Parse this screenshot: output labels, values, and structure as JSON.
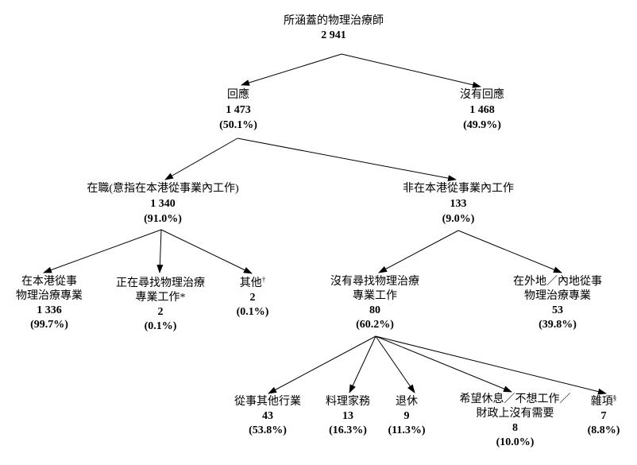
{
  "nodes": [
    {
      "id": "covered-physiotherapists",
      "lines": [
        "所涵蓋的物理治療師"
      ],
      "count": "2 941"
    },
    {
      "id": "responded",
      "lines": [
        "回應"
      ],
      "count": "1 473",
      "percent": "(50.1%)"
    },
    {
      "id": "no-response",
      "lines": [
        "沒有回應"
      ],
      "count": "1 468",
      "percent": "(49.9%)"
    },
    {
      "id": "working-in-hk",
      "lines": [
        "在職(意指在本港從事業內工作)"
      ],
      "count": "1 340",
      "percent": "(91.0%)"
    },
    {
      "id": "not-working-in-field-in-hk",
      "lines": [
        "非在本港從事業內工作"
      ],
      "count": "133",
      "percent": "(9.0%)"
    },
    {
      "id": "practising-in-hk",
      "lines": [
        "在本港從事",
        "物理治療專業"
      ],
      "count": "1 336",
      "percent": "(99.7%)"
    },
    {
      "id": "seeking-pt-work",
      "lines": [
        "正在尋找物理治療",
        "專業工作*"
      ],
      "count": "2",
      "percent": "(0.1%)"
    },
    {
      "id": "others",
      "lines": [
        "其他"
      ],
      "sup": "†",
      "count": "2",
      "percent": "(0.1%)"
    },
    {
      "id": "not-seeking-pt-work",
      "lines": [
        "沒有尋找物理治療",
        "專業工作"
      ],
      "count": "80",
      "percent": "(60.2%)"
    },
    {
      "id": "practising-overseas-mainland",
      "lines": [
        "在外地／內地從事",
        "物理治療專業"
      ],
      "count": "53",
      "percent": "(39.8%)"
    },
    {
      "id": "other-industry",
      "lines": [
        "從事其他行業"
      ],
      "count": "43",
      "percent": "(53.8%)"
    },
    {
      "id": "household-duties",
      "lines": [
        "料理家務"
      ],
      "count": "13",
      "percent": "(16.3%)"
    },
    {
      "id": "retired",
      "lines": [
        "退休"
      ],
      "count": "9",
      "percent": "(11.3%)"
    },
    {
      "id": "wish-to-rest",
      "lines": [
        "希望休息／不想工作／",
        "財政上沒有需要"
      ],
      "count": "8",
      "percent": "(10.0%)"
    },
    {
      "id": "miscellaneous",
      "lines": [
        "雜項"
      ],
      "sup": "§",
      "count": "7",
      "percent": "(8.8%)"
    }
  ],
  "edges": [
    {
      "from": "covered-physiotherapists",
      "to": "responded"
    },
    {
      "from": "covered-physiotherapists",
      "to": "no-response"
    },
    {
      "from": "responded",
      "to": "working-in-hk"
    },
    {
      "from": "responded",
      "to": "not-working-in-field-in-hk"
    },
    {
      "from": "working-in-hk",
      "to": "practising-in-hk"
    },
    {
      "from": "working-in-hk",
      "to": "seeking-pt-work"
    },
    {
      "from": "working-in-hk",
      "to": "others"
    },
    {
      "from": "not-working-in-field-in-hk",
      "to": "not-seeking-pt-work"
    },
    {
      "from": "not-working-in-field-in-hk",
      "to": "practising-overseas-mainland"
    },
    {
      "from": "not-seeking-pt-work",
      "to": "other-industry"
    },
    {
      "from": "not-seeking-pt-work",
      "to": "household-duties"
    },
    {
      "from": "not-seeking-pt-work",
      "to": "retired"
    },
    {
      "from": "not-seeking-pt-work",
      "to": "wish-to-rest"
    },
    {
      "from": "not-seeking-pt-work",
      "to": "miscellaneous"
    }
  ]
}
